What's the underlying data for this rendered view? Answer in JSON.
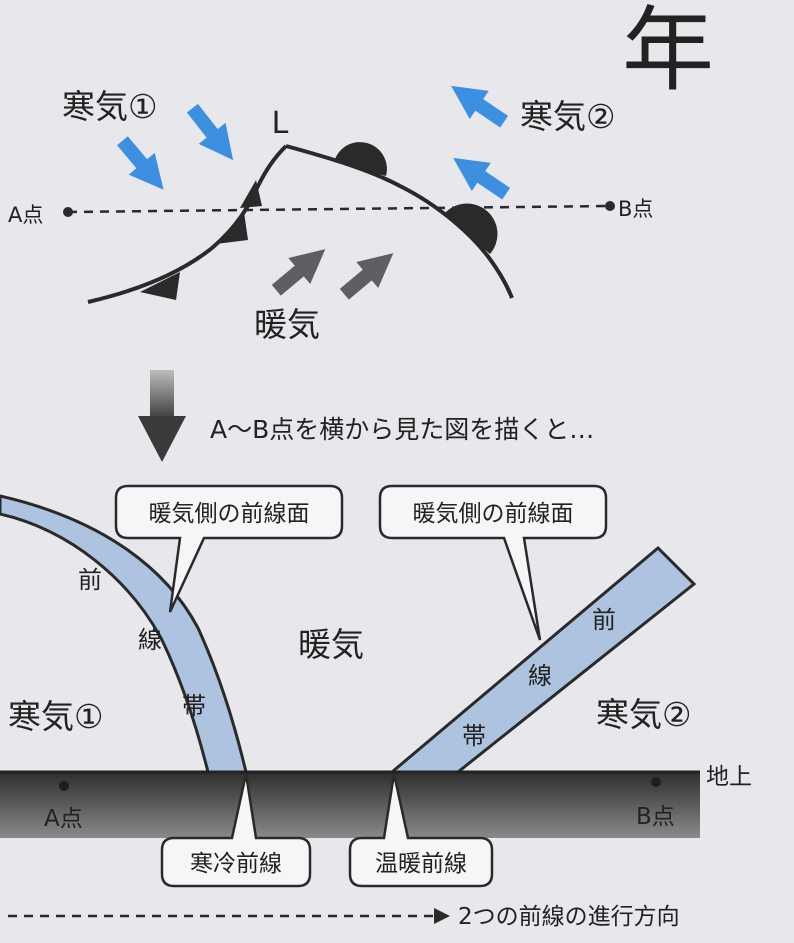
{
  "labels": {
    "cold_air_1": "寒気①",
    "cold_air_2": "寒気②",
    "low_pressure": "L",
    "point_a": "A点",
    "point_b": "B点",
    "warm_air": "暖気",
    "caption": "A～B点を横から見た図を描くと…",
    "frontal_surface_warm_side": "暖気側の前線面",
    "front_band_chars": [
      "前",
      "線",
      "帯"
    ],
    "ground": "地上",
    "cold_front": "寒冷前線",
    "warm_front": "温暖前線",
    "direction_legend": "2つの前線の進行方向",
    "page_corner": "年"
  },
  "colors": {
    "background": "#e7e7ec",
    "cold_arrow": "#3d8fe0",
    "warm_arrow": "#5f5f63",
    "front_band": "#adc3df",
    "ground": "#3a3a3a",
    "line": "#2a2a2a"
  }
}
